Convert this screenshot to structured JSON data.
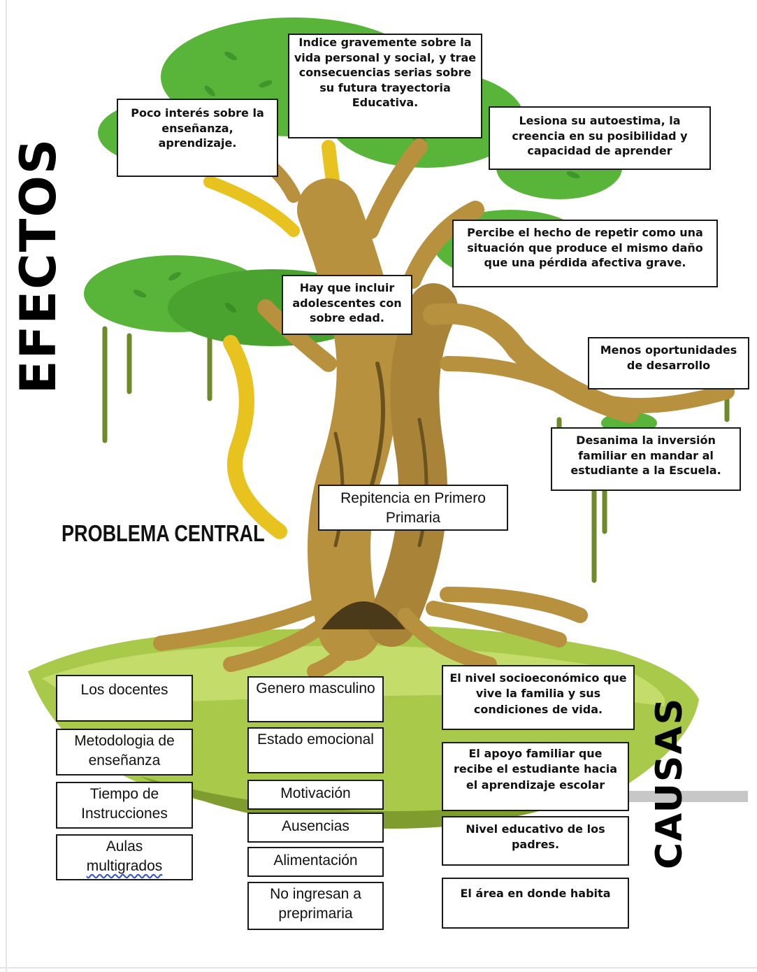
{
  "titles": {
    "effects": "EFECTOS",
    "central_problem_label": "PROBLEMA CENTRAL",
    "causes": "CAUSAS"
  },
  "effects": [
    "Indice gravemente sobre la vida personal y social, y trae consecuencias serias sobre su futura trayectoria Educativa.",
    "Poco interés sobre la enseñanza, aprendizaje.",
    "Lesiona su autoestima, la creencia en su posibilidad y capacidad de aprender",
    "Percibe el hecho de repetir como una situación que produce el mismo daño que una pérdida afectiva grave.",
    "Hay que incluir adolescentes con sobre edad.",
    "Menos oportunidades de desarrollo",
    "Desanima la inversión familiar en mandar al estudiante a la Escuela."
  ],
  "central_problem": "Repitencia en Primero Primaria",
  "causes_col1": [
    "Los docentes",
    "Metodologia de enseñanza",
    "Tiempo de Instrucciones",
    "Aulas",
    "multigrados"
  ],
  "causes_col2": [
    "Genero masculino",
    "Estado emocional",
    "Motivación",
    "Ausencias",
    "Alimentación",
    "No ingresan a preprimaria"
  ],
  "causes_col3": [
    "El nivel socioeconómico que vive la familia y sus condiciones de vida.",
    "El apoyo familiar que recibe el estudiante hacia el aprendizaje escolar",
    "Nivel educativo de los padres.",
    "El área en donde habita"
  ],
  "colors": {
    "leaf": "#59b53a",
    "leaf_dark": "#2f7d1f",
    "trunk": "#b8913f",
    "trunk_dark": "#6b5320",
    "yellow_branch": "#e8c21e",
    "ground": "#a9c94a",
    "moss": "#6f8a2b"
  }
}
